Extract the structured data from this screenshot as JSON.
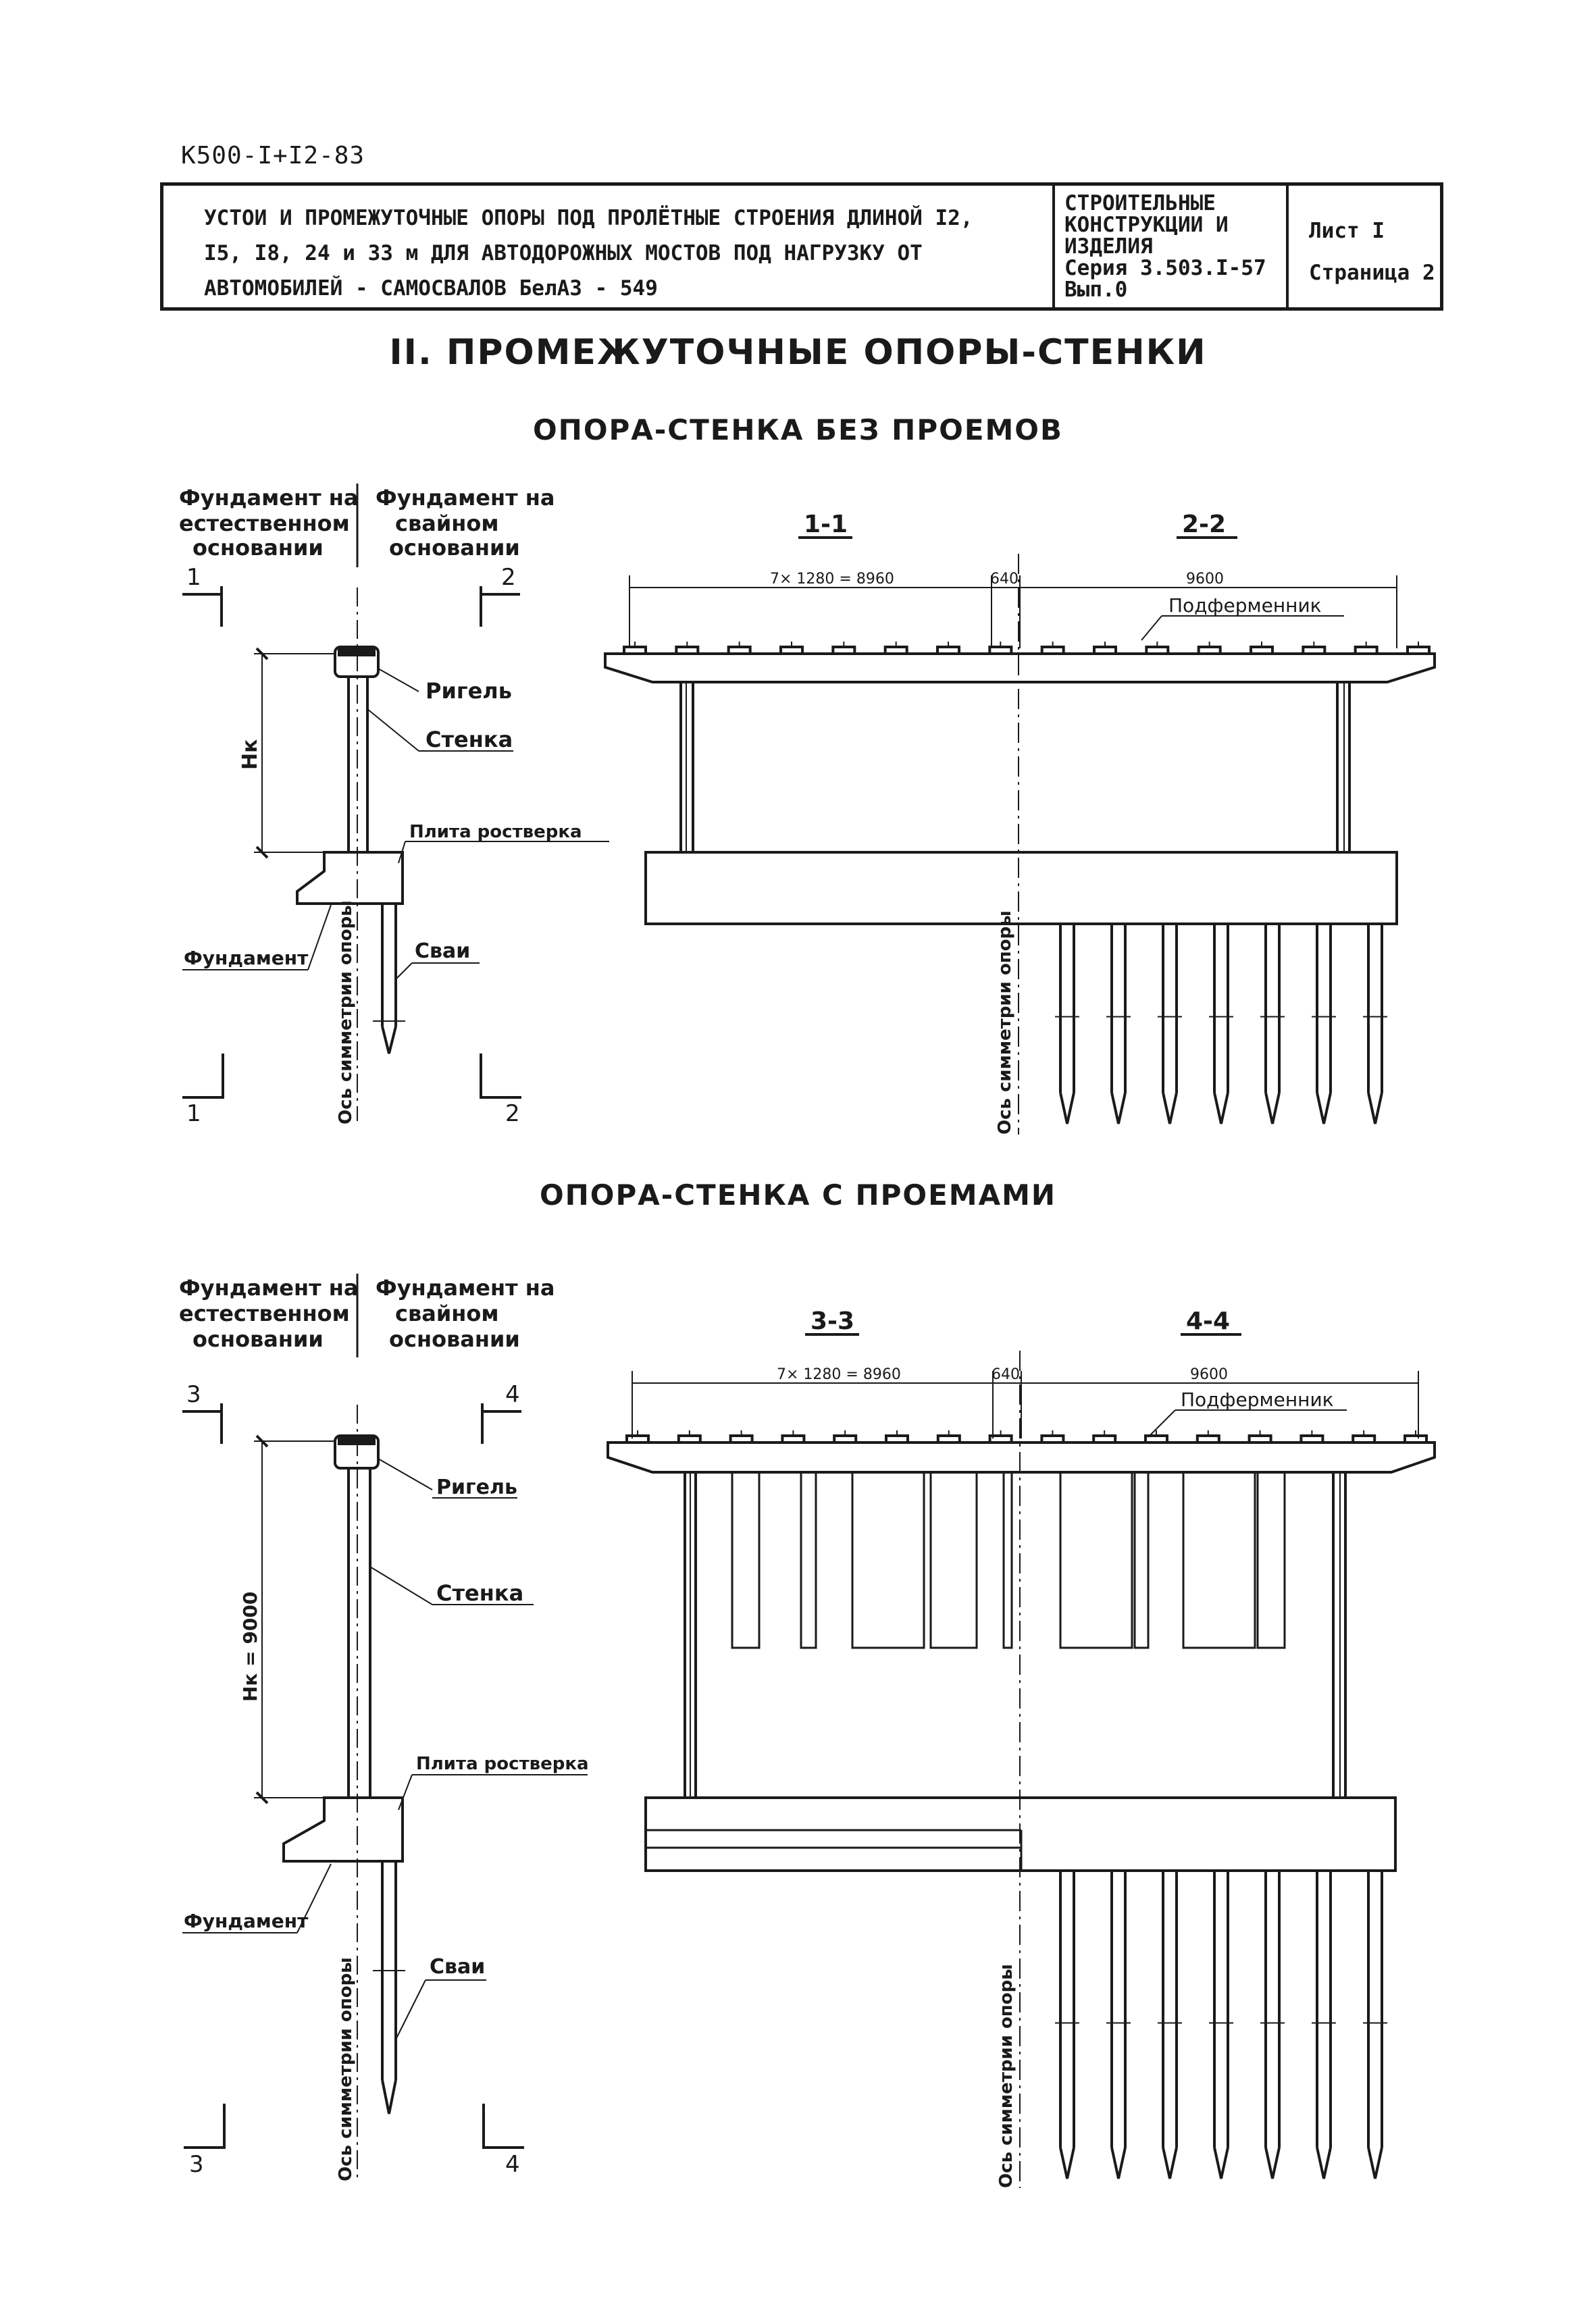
{
  "document": {
    "code": "К500-I+I2-83",
    "title_lines": [
      "УСТОИ И ПРОМЕЖУТОЧНЫЕ ОПОРЫ ПОД ПРОЛЁТНЫЕ СТРОЕНИЯ ДЛИНОЙ I2,",
      "I5, I8, 24 и 33 м ДЛЯ АВТОДОРОЖНЫХ МОСТОВ ПОД НАГРУЗКУ ОТ",
      "АВТОМОБИЛЕЙ - САМОСВАЛОВ БелАЗ - 549"
    ],
    "series_lines": [
      "СТРОИТЕЛЬНЫЕ",
      "КОНСТРУКЦИИ И",
      "ИЗДЕЛИЯ",
      "Серия 3.503.I-57",
      "Вып.0"
    ],
    "sheet": "Лист I",
    "page": "Страница 2"
  },
  "section_title": "II. ПРОМЕЖУТОЧНЫЕ ОПОРЫ-СТЕНКИ",
  "top": {
    "heading": "ОПОРА-СТЕНКА БЕЗ ПРОЕМОВ",
    "left_label_a": [
      "Фундамент на",
      "естественном",
      "основании"
    ],
    "left_label_b": [
      "Фундамент на",
      "свайном",
      "основании"
    ],
    "cut_left": "1",
    "cut_right": "2",
    "labels": {
      "rigel": "Ригель",
      "wall": "Стенка",
      "slab": "Плита ростверка",
      "foundation": "Фундамент",
      "piles": "Сваи",
      "axis": "Ось симметрии опоры",
      "height": "Hк"
    },
    "section_a": "1-1",
    "section_b": "2-2",
    "dim_left": "7× 1280 = 8960",
    "dim_mid": "640",
    "dim_right": "9600",
    "bearing": "Подферменник"
  },
  "bottom": {
    "heading": "ОПОРА-СТЕНКА С ПРОЕМАМИ",
    "left_label_a": [
      "Фундамент на",
      "естественном",
      "основании"
    ],
    "left_label_b": [
      "Фундамент на",
      "свайном",
      "основании"
    ],
    "cut_left": "3",
    "cut_right": "4",
    "labels": {
      "rigel": "Ригель",
      "wall": "Стенка",
      "slab": "Плита ростверка",
      "foundation": "Фундамент",
      "piles": "Сваи",
      "axis": "Ось симметрии опоры",
      "height": "Hк = 9000"
    },
    "section_a": "3-3",
    "section_b": "4-4",
    "dim_left": "7× 1280 = 8960",
    "dim_mid": "640",
    "dim_right": "9600",
    "bearing": "Подферменник"
  }
}
